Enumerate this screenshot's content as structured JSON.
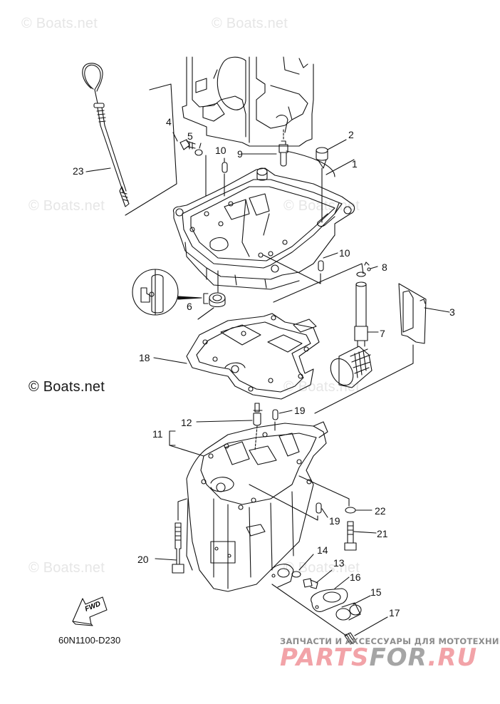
{
  "diagram": {
    "title": "Oil Pan / Upper Casing Exploded Parts Diagram",
    "code": "60N1100-D230",
    "direction_indicator": "FWD",
    "watermark_text": "© Boats.net",
    "callouts": [
      {
        "id": "1",
        "label": "1"
      },
      {
        "id": "2",
        "label": "2"
      },
      {
        "id": "3",
        "label": "3"
      },
      {
        "id": "4",
        "label": "4"
      },
      {
        "id": "5",
        "label": "5"
      },
      {
        "id": "6",
        "label": "6"
      },
      {
        "id": "7",
        "label": "7"
      },
      {
        "id": "8",
        "label": "8"
      },
      {
        "id": "9",
        "label": "9"
      },
      {
        "id": "10a",
        "label": "10"
      },
      {
        "id": "10b",
        "label": "10"
      },
      {
        "id": "11",
        "label": "11"
      },
      {
        "id": "12",
        "label": "12"
      },
      {
        "id": "13",
        "label": "13"
      },
      {
        "id": "14",
        "label": "14"
      },
      {
        "id": "15",
        "label": "15"
      },
      {
        "id": "16",
        "label": "16"
      },
      {
        "id": "17",
        "label": "17"
      },
      {
        "id": "18",
        "label": "18"
      },
      {
        "id": "19a",
        "label": "19"
      },
      {
        "id": "19b",
        "label": "19"
      },
      {
        "id": "20",
        "label": "20"
      },
      {
        "id": "21",
        "label": "21"
      },
      {
        "id": "22",
        "label": "22"
      },
      {
        "id": "23",
        "label": "23"
      }
    ]
  },
  "watermarks": [
    "© Boats.net",
    "© Boats.net",
    "© Boats.net",
    "© Boats.net",
    "© Boats.net",
    "© Boats.net",
    "© Boats.net",
    "© Boats.net",
    "© Boats.net"
  ],
  "promo": {
    "tagline": "ЗАПЧАСТИ И АКСЕССУАРЫ ДЛЯ МОТОТЕХНИКИ",
    "logo_part1": "PARTS",
    "logo_part2": "FOR",
    "logo_part3": ".RU"
  },
  "colors": {
    "line": "#111111",
    "watermark": "#e6e6e6",
    "promo_pink": "#f2a3a8",
    "promo_gray": "#a5a5a5"
  }
}
